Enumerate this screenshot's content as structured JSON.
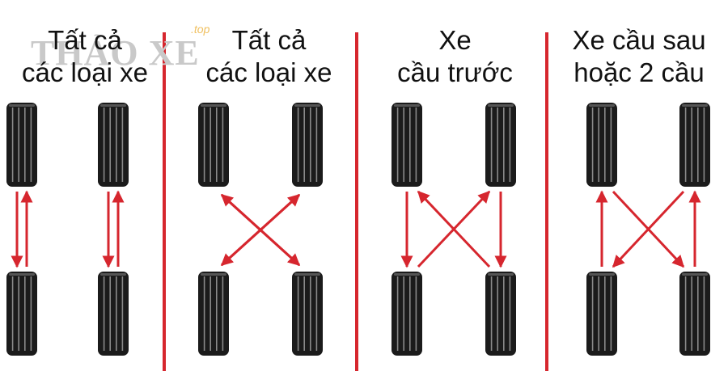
{
  "watermark": {
    "brand": "THẢO XE",
    "suffix": ".top"
  },
  "panels": [
    {
      "id": "all-vehicles-1",
      "title_line1": "Tất cả",
      "title_line2": "các loại xe",
      "pattern": "straight-swap"
    },
    {
      "id": "all-vehicles-2",
      "title_line1": "Tất cả",
      "title_line2": "các loại xe",
      "pattern": "cross"
    },
    {
      "id": "front-wheel-drive",
      "title_line1": "Xe",
      "title_line2": "cầu trước",
      "pattern": "fwd"
    },
    {
      "id": "rear-or-4wd",
      "title_line1": "Xe cầu sau",
      "title_line2": "hoặc 2 cầu",
      "pattern": "rwd"
    }
  ],
  "colors": {
    "arrow": "#d6262e",
    "divider": "#d6262e",
    "tire": "#1b1b1b",
    "tread": "#8a8a8a",
    "text": "#111111"
  }
}
